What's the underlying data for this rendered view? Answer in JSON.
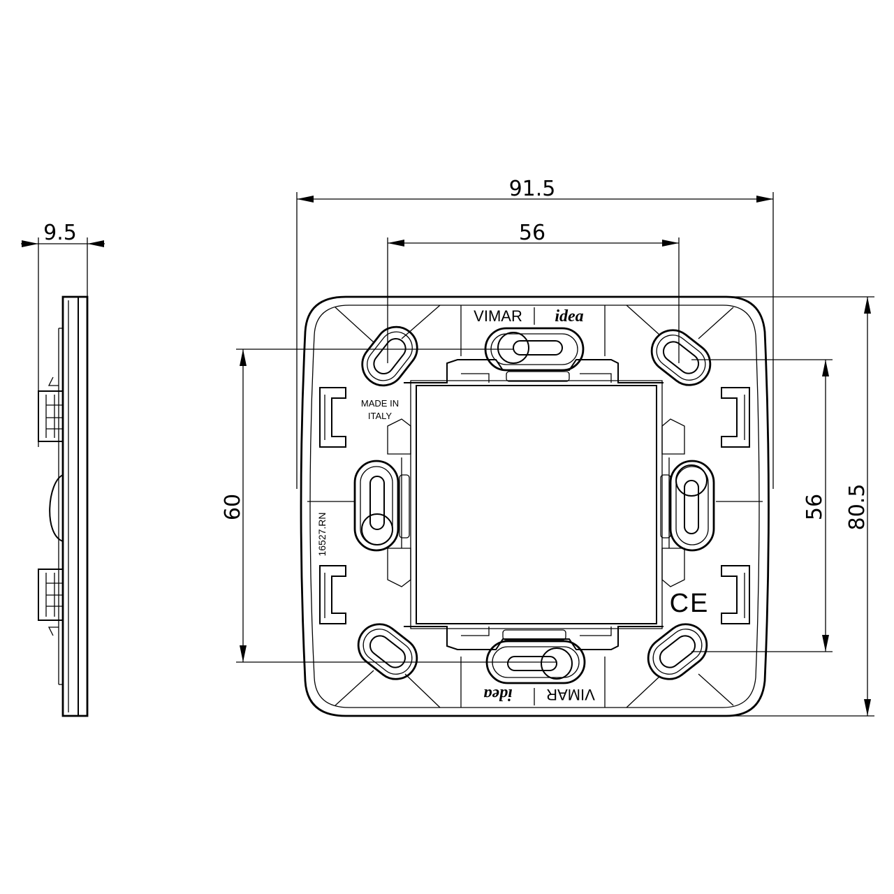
{
  "dimensions": {
    "side_depth": "9.5",
    "overall_width": "91.5",
    "screw_spacing_horizontal": "56",
    "screw_spacing_vertical_left": "60",
    "screw_spacing_vertical_right": "56",
    "overall_height": "80.5"
  },
  "markings": {
    "brand_top": "VIMAR",
    "series_top": "idea",
    "brand_bottom": "VIMAR",
    "series_bottom": "idea",
    "origin_line1": "MADE IN",
    "origin_line2": "ITALY",
    "part_number": "16527.RN",
    "certification": "CE"
  }
}
